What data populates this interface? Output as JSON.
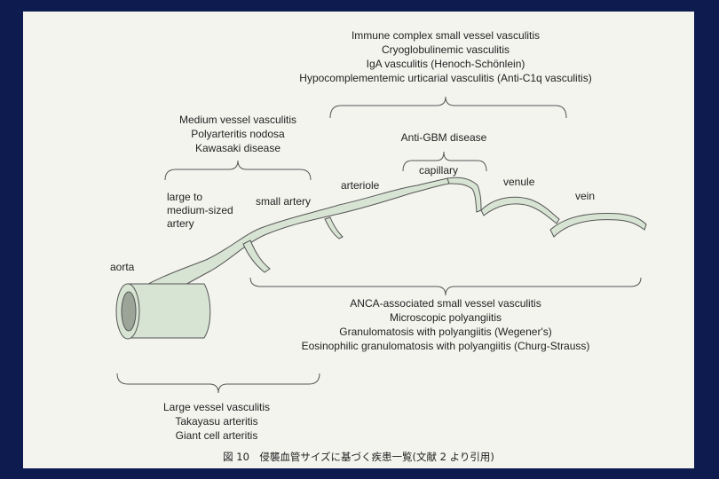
{
  "immune_complex_group": {
    "lines": [
      "Immune complex small vessel vasculitis",
      "Cryoglobulinemic vasculitis",
      "IgA vasculitis (Henoch-Schönlein)",
      "Hypocomplementemic urticarial vasculitis (Anti-C1q vasculitis)"
    ]
  },
  "medium_vessel_group": {
    "lines": [
      "Medium vessel vasculitis",
      "Polyarteritis nodosa",
      "Kawasaki disease"
    ]
  },
  "anti_gbm_label": "Anti-GBM disease",
  "vessel_labels": {
    "aorta": "aorta",
    "large_to_medium": [
      "large to",
      "medium-sized",
      "artery"
    ],
    "small_artery": "small artery",
    "arteriole": "arteriole",
    "capillary": "capillary",
    "venule": "venule",
    "vein": "vein"
  },
  "anca_group": {
    "lines": [
      "ANCA-associated small vessel vasculitis",
      "Microscopic polyangiitis",
      "Granulomatosis with polyangiitis (Wegener's)",
      "Eosinophilic granulomatosis with polyangiitis (Churg-Strauss)"
    ]
  },
  "large_vessel_group": {
    "lines": [
      "Large vessel vasculitis",
      "Takayasu arteritis",
      "Giant cell arteritis"
    ]
  },
  "caption": "図 10　侵襲血管サイズに基づく疾患一覧(文献 2 より引用)",
  "colors": {
    "background": "#0d1b4e",
    "page": "#f4f4ef",
    "vessel_fill": "#d8e4d3",
    "vessel_stroke": "#555555",
    "lumen": "#9aa598"
  }
}
